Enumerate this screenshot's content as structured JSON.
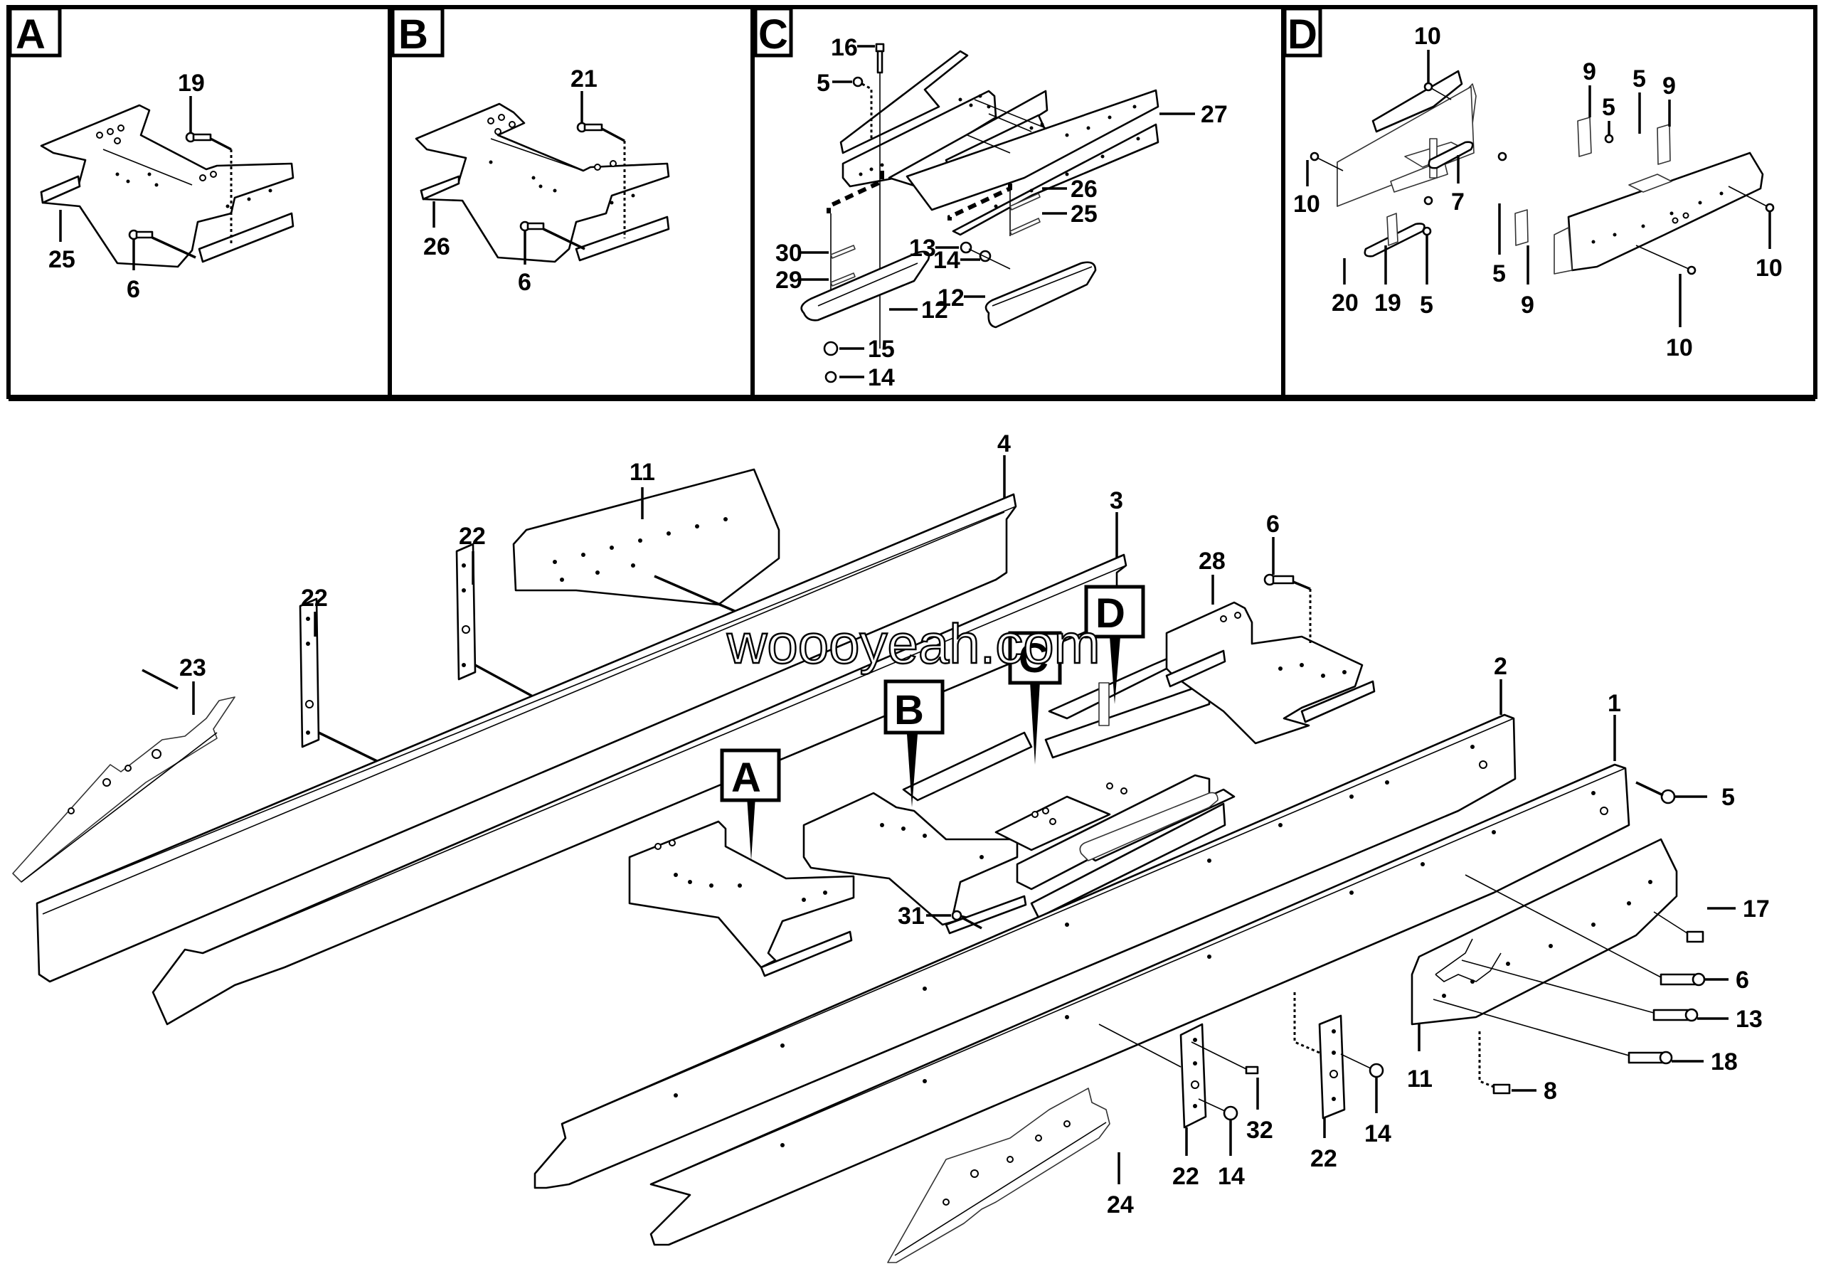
{
  "title": "Frame assembly exploded parts diagram",
  "watermark": "woooyeah.com",
  "detail_panels": [
    {
      "id": "A",
      "tag": "A",
      "callouts": [
        "19",
        "25",
        "6"
      ]
    },
    {
      "id": "B",
      "tag": "B",
      "callouts": [
        "21",
        "26",
        "6"
      ]
    },
    {
      "id": "C",
      "tag": "C",
      "callouts": [
        "16",
        "5",
        "27",
        "30",
        "29",
        "12",
        "26",
        "25",
        "13",
        "14",
        "12",
        "15",
        "14"
      ]
    },
    {
      "id": "D",
      "tag": "D",
      "callouts": [
        "10",
        "9",
        "5",
        "5",
        "9",
        "10",
        "7",
        "20",
        "19",
        "5",
        "5",
        "9",
        "10",
        "10"
      ]
    }
  ],
  "main_view": {
    "detail_pointers": [
      "A",
      "B",
      "C",
      "D"
    ],
    "callouts": [
      "11",
      "4",
      "3",
      "22",
      "22",
      "23",
      "28",
      "6",
      "2",
      "1",
      "5",
      "17",
      "31",
      "6",
      "13",
      "11",
      "18",
      "8",
      "32",
      "22",
      "14",
      "22",
      "14",
      "24"
    ]
  },
  "colors": {
    "line": "#000000",
    "background": "#ffffff"
  }
}
